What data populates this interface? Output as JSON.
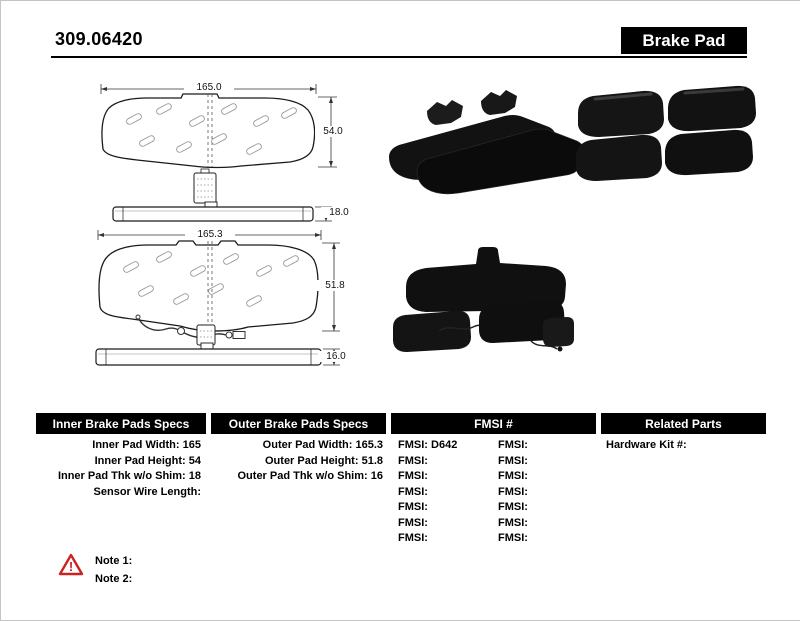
{
  "header": {
    "part_number": "309.06420",
    "title": "Brake Pad"
  },
  "diagrams": {
    "inner": {
      "width": "165.0",
      "height": "54.0",
      "thickness": "18.0"
    },
    "outer": {
      "width": "165.3",
      "height": "51.8",
      "thickness": "16.0"
    }
  },
  "specs": {
    "inner": {
      "header": "Inner Brake Pads Specs",
      "rows": [
        {
          "label": "Inner Pad Width:",
          "value": "165"
        },
        {
          "label": "Inner Pad Height:",
          "value": "54"
        },
        {
          "label": "Inner Pad Thk w/o Shim:",
          "value": "18"
        },
        {
          "label": "Sensor Wire Length:",
          "value": ""
        }
      ]
    },
    "outer": {
      "header": "Outer Brake Pads Specs",
      "rows": [
        {
          "label": "Outer Pad Width:",
          "value": "165.3"
        },
        {
          "label": "Outer Pad Height:",
          "value": "51.8"
        },
        {
          "label": "Outer Pad Thk w/o Shim:",
          "value": "16"
        }
      ]
    },
    "fmsi": {
      "header": "FMSI #",
      "left_rows": [
        {
          "label": "FMSI:",
          "value": "D642"
        },
        {
          "label": "FMSI:",
          "value": ""
        },
        {
          "label": "FMSI:",
          "value": ""
        },
        {
          "label": "FMSI:",
          "value": ""
        },
        {
          "label": "FMSI:",
          "value": ""
        },
        {
          "label": "FMSI:",
          "value": ""
        },
        {
          "label": "FMSI:",
          "value": ""
        }
      ],
      "right_rows": [
        {
          "label": "FMSI:",
          "value": ""
        },
        {
          "label": "FMSI:",
          "value": ""
        },
        {
          "label": "FMSI:",
          "value": ""
        },
        {
          "label": "FMSI:",
          "value": ""
        },
        {
          "label": "FMSI:",
          "value": ""
        },
        {
          "label": "FMSI:",
          "value": ""
        },
        {
          "label": "FMSI:",
          "value": ""
        }
      ]
    },
    "related": {
      "header": "Related Parts",
      "rows": [
        {
          "label": "Hardware Kit #:",
          "value": ""
        }
      ]
    }
  },
  "notes": {
    "warning": "!",
    "note1": "Note 1:",
    "note2": "Note 2:"
  },
  "colors": {
    "accent": "#000000",
    "warning": "#cc2222"
  }
}
